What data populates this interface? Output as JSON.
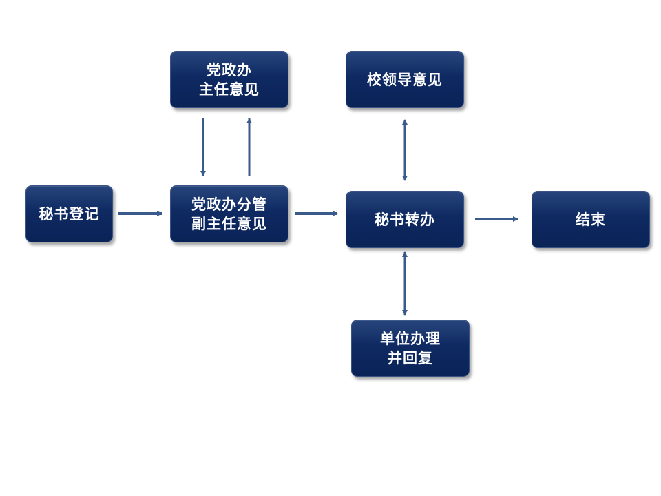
{
  "colors": {
    "box_fill": "#0f2a62",
    "box_text": "#ffffff",
    "arrow": "#3a5a8c",
    "background": "#ffffff"
  },
  "nodes": {
    "register": {
      "lines": [
        "秘书登记"
      ]
    },
    "deputy": {
      "lines": [
        "党政办分管",
        "副主任意见"
      ]
    },
    "director": {
      "lines": [
        "党政办",
        "主任意见"
      ]
    },
    "transfer": {
      "lines": [
        "秘书转办"
      ]
    },
    "leader": {
      "lines": [
        "校领导意见"
      ]
    },
    "unit": {
      "lines": [
        "单位办理",
        "并回复"
      ]
    },
    "end": {
      "lines": [
        "结束"
      ]
    }
  },
  "edges": [
    {
      "from": "register",
      "to": "deputy"
    },
    {
      "from": "deputy",
      "to": "director"
    },
    {
      "from": "director",
      "to": "deputy"
    },
    {
      "from": "deputy",
      "to": "transfer"
    },
    {
      "from": "transfer",
      "to": "leader"
    },
    {
      "from": "leader",
      "to": "transfer"
    },
    {
      "from": "transfer",
      "to": "unit"
    },
    {
      "from": "unit",
      "to": "transfer"
    },
    {
      "from": "transfer",
      "to": "end"
    }
  ]
}
